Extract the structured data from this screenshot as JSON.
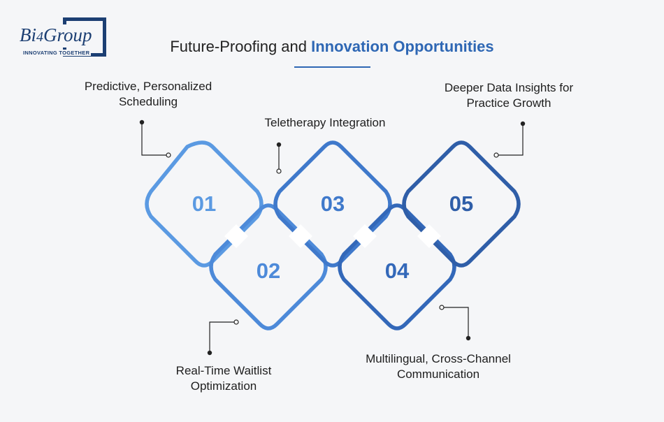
{
  "brand": {
    "name_a": "Bi",
    "name_b": "4",
    "name_c": "Group",
    "tagline": "INNOVATING TOGETHER"
  },
  "title": {
    "plain": "Future-Proofing and ",
    "highlight": "Innovation Opportunities"
  },
  "steps": [
    {
      "number": "01",
      "label_line1": "Predictive, Personalized",
      "label_line2": "Scheduling"
    },
    {
      "number": "02",
      "label_line1": "Real-Time Waitlist",
      "label_line2": "Optimization"
    },
    {
      "number": "03",
      "label_line1": "Teletherapy Integration",
      "label_line2": ""
    },
    {
      "number": "04",
      "label_line1": "Multilingual, Cross-Channel",
      "label_line2": "Communication"
    },
    {
      "number": "05",
      "label_line1": "Deeper Data Insights for",
      "label_line2": "Practice Growth"
    }
  ],
  "colors": {
    "step1": "#5b9ae2",
    "step2": "#4d8ad9",
    "step3": "#3f79cb",
    "step4": "#3368b9",
    "step5": "#2f5ea8",
    "title_accent": "#2e67b4",
    "brand": "#1c3f73"
  }
}
